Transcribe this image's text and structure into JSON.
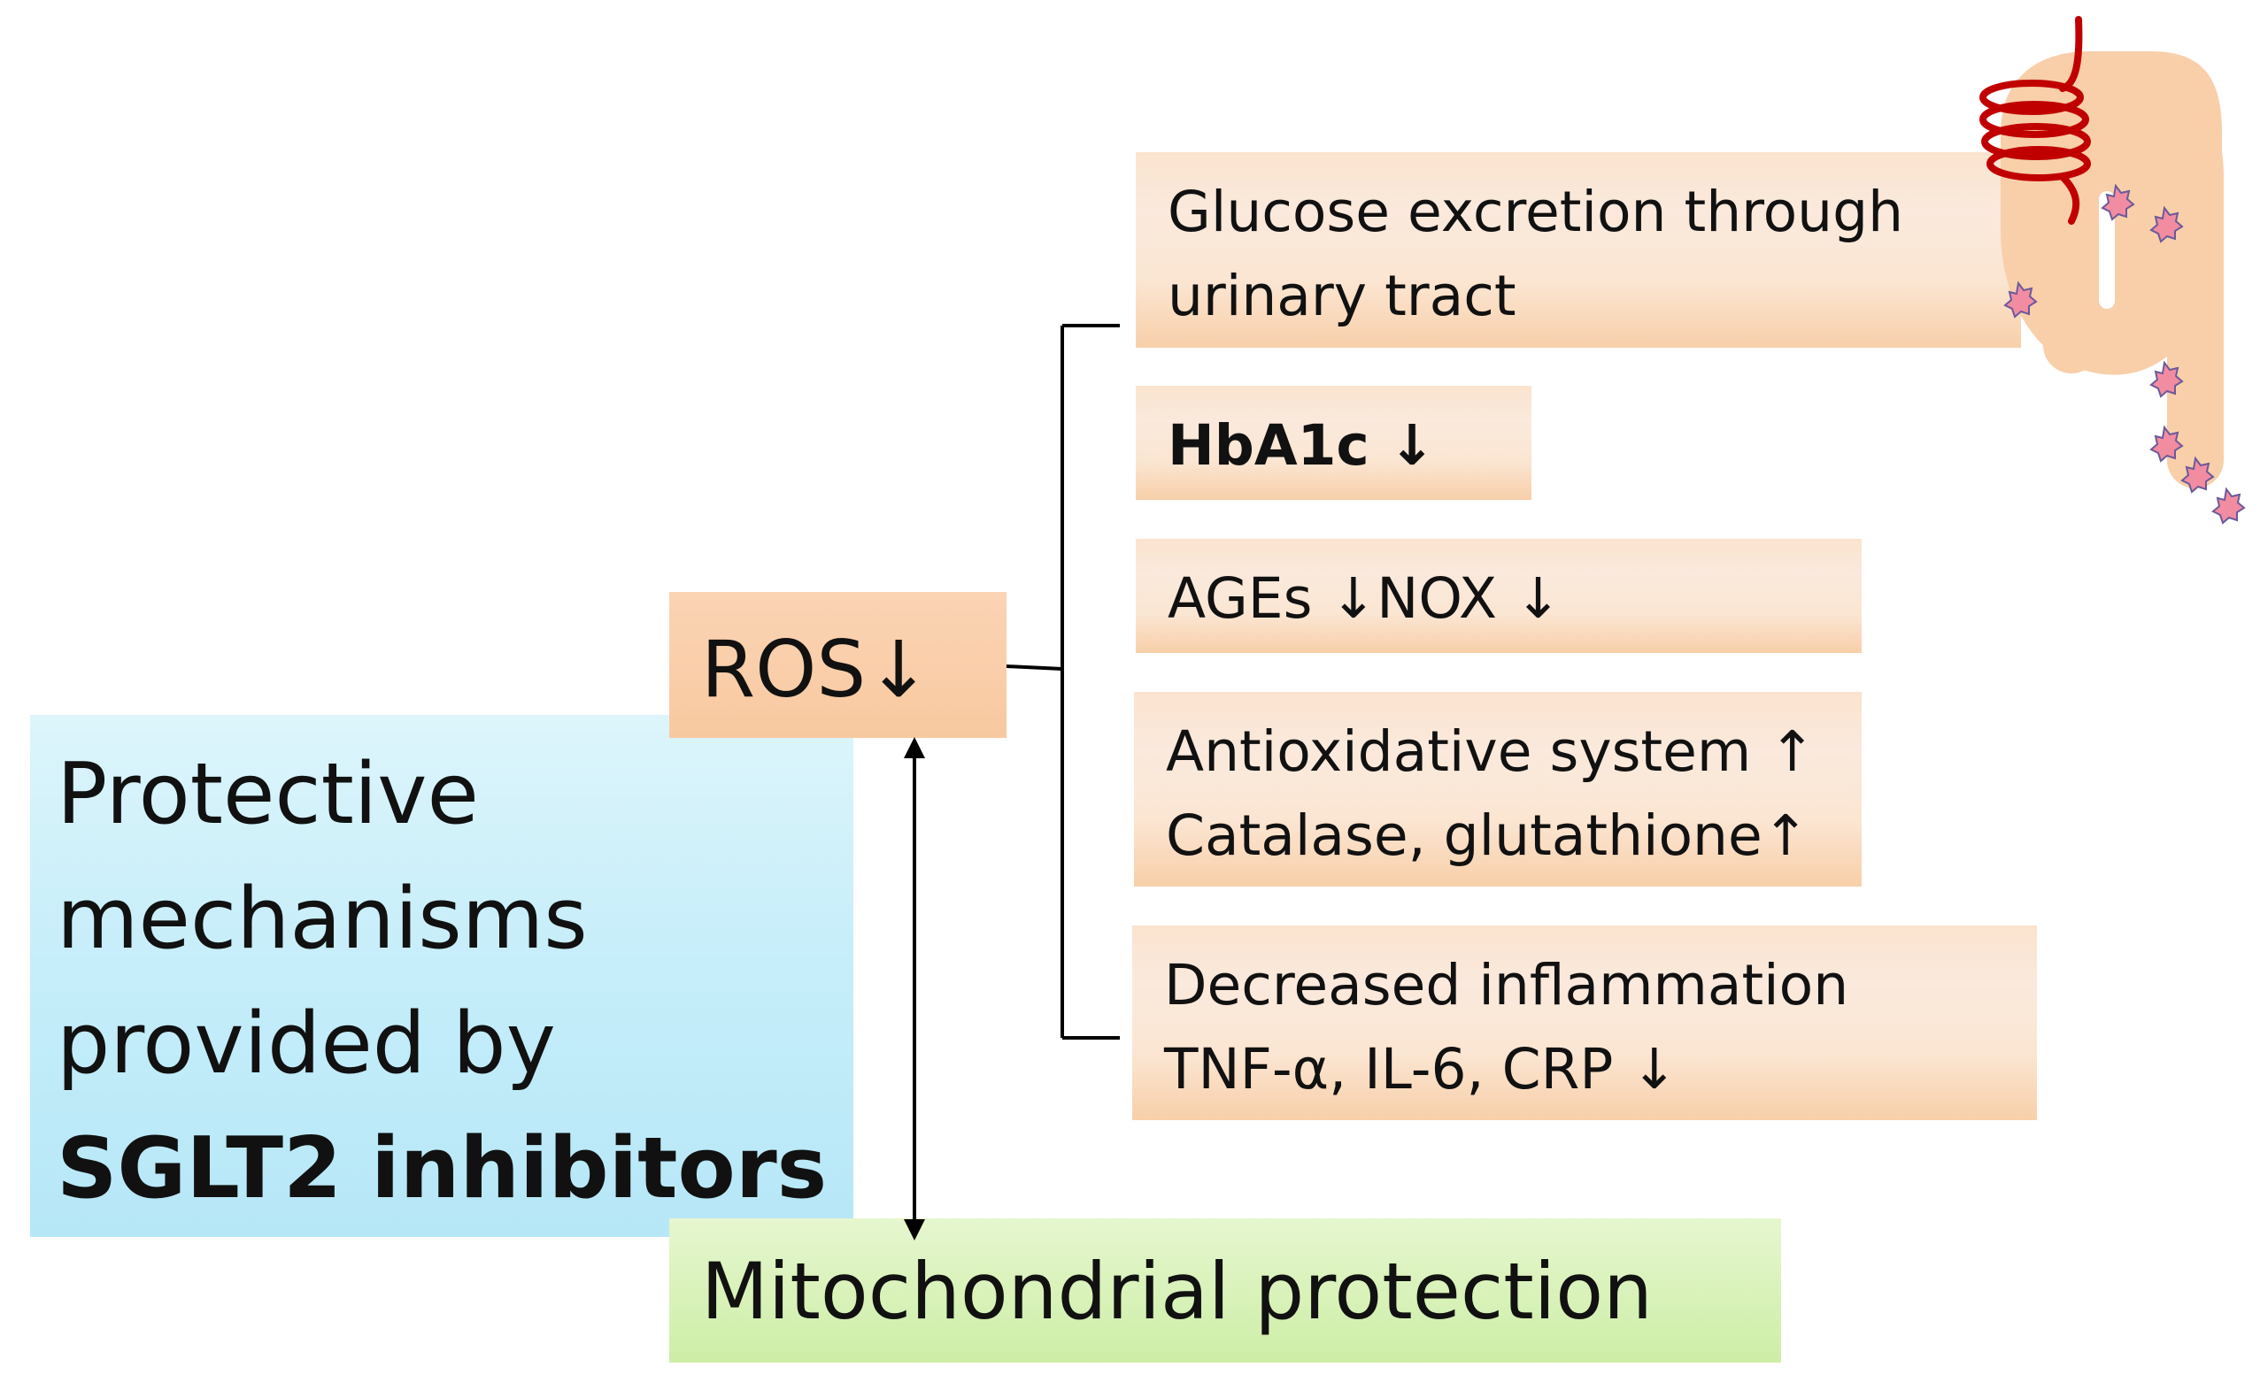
{
  "main": {
    "line1": "Protective",
    "line2": "mechanisms",
    "line3": "provided by",
    "line4": "SGLT2 inhibitors"
  },
  "ros": "ROS↓",
  "mitochondria": "Mitochondrial protection",
  "effects": [
    {
      "line1": "Glucose excretion through",
      "line2": "urinary tract"
    },
    {
      "line1": "HbA1c ↓"
    },
    {
      "line1": "AGEs ↓NOX ↓"
    },
    {
      "line1": "Antioxidative system ↑",
      "line2": "Catalase, glutathione↑"
    },
    {
      "line1": "Decreased inflammation",
      "line2": "TNF-α, IL-6, CRP ↓"
    }
  ],
  "colors": {
    "main_box": "#c7eefa",
    "ros_box": "#f9cda6",
    "effect_box": "#fbe3cf",
    "mito_box": "#d4f0b0",
    "tubule": "#f8cfa9",
    "glomerulus": "#c00000",
    "glucose_dot": "#f28ca0"
  }
}
